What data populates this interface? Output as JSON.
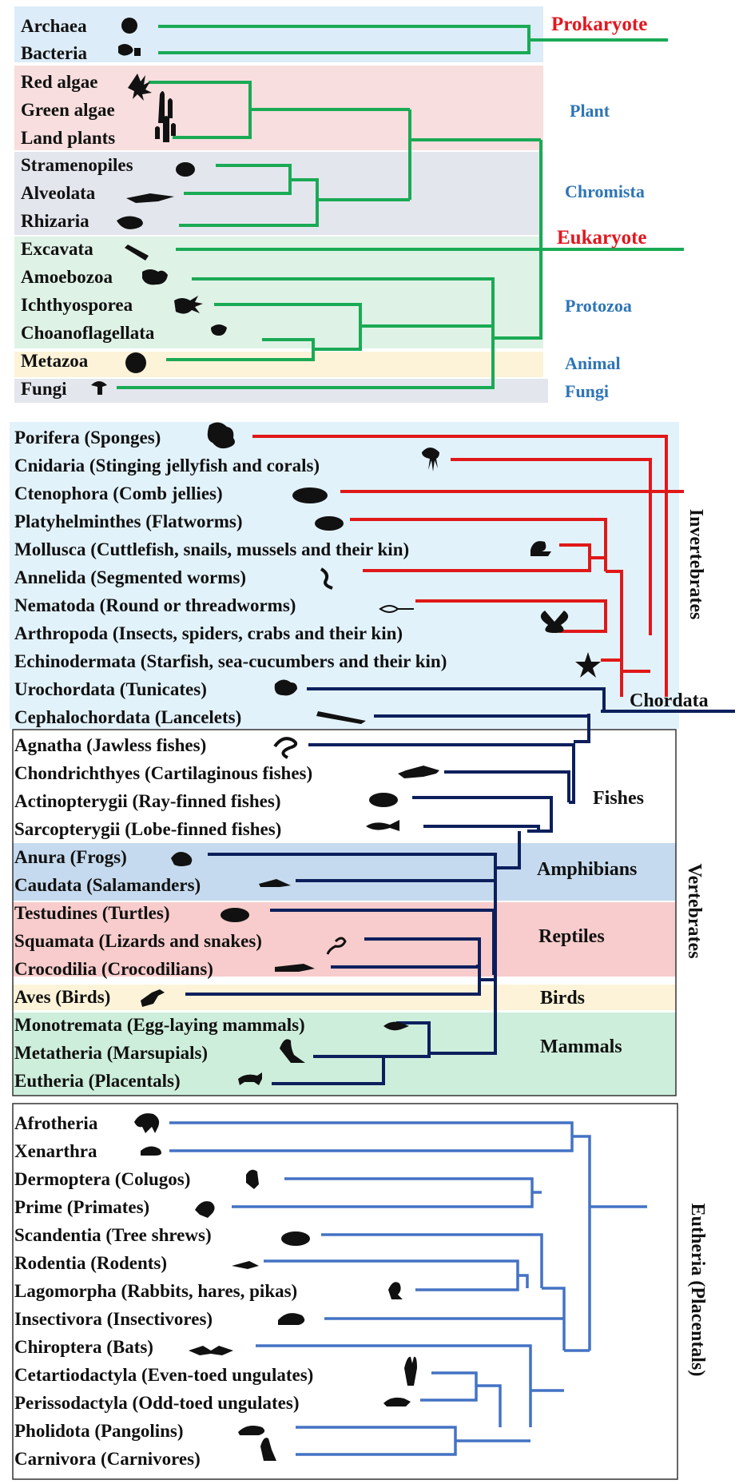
{
  "colors": {
    "prokaryote_branch": "#1aaa55",
    "animal_branch_red": "#e01818",
    "vertebrate_branch_navy": "#0c1f5c",
    "eutheria_branch_blue": "#4472c4",
    "label_red": "#e01820",
    "label_blue": "#2e75b6",
    "band_blue": "#dcecf8",
    "band_pink": "#f8dede",
    "band_grey": "#e4e6ee",
    "band_mint": "#dff2e6",
    "band_cream": "#fcf3d8",
    "band_sky": "#e2f2fb",
    "band_steel": "#c5daee",
    "band_salmon": "#f8cccc",
    "band_green": "#cdeedb"
  },
  "tree_of_life": {
    "taxa": [
      {
        "label": "Archaea",
        "icon": "archaea-icon"
      },
      {
        "label": "Bacteria",
        "icon": "bacteria-icon"
      },
      {
        "label": "Red algae",
        "icon": "red-algae-icon"
      },
      {
        "label": "Green algae",
        "icon": "green-algae-icon"
      },
      {
        "label": "Land plants",
        "icon": "cactus-icon"
      },
      {
        "label": "Stramenopiles",
        "icon": "stramenopile-icon"
      },
      {
        "label": "Alveolata",
        "icon": "alveolate-icon"
      },
      {
        "label": "Rhizaria",
        "icon": "rhizaria-icon"
      },
      {
        "label": "Excavata",
        "icon": "excavate-icon"
      },
      {
        "label": "Amoebozoa",
        "icon": "amoeba-icon"
      },
      {
        "label": "Ichthyosporea",
        "icon": "ichthyosporea-icon"
      },
      {
        "label": "Choanoflagellata",
        "icon": "choanoflagellate-icon"
      },
      {
        "label": "Metazoa",
        "icon": "fish-icon"
      },
      {
        "label": "Fungi",
        "icon": "mushroom-icon"
      }
    ],
    "groups": {
      "prokaryote": "Prokaryote",
      "plant": "Plant",
      "chromista": "Chromista",
      "eukaryote": "Eukaryote",
      "protozoa": "Protozoa",
      "animal": "Animal",
      "fungi": "Fungi"
    }
  },
  "animals": {
    "taxa": [
      {
        "label": "Porifera (Sponges)",
        "icon": "sponge-icon"
      },
      {
        "label": "Cnidaria  (Stinging jellyfish and corals)",
        "icon": "jellyfish-icon"
      },
      {
        "label": "Ctenophora (Comb jellies)",
        "icon": "comb-jelly-icon"
      },
      {
        "label": "Platyhelminthes (Flatworms)",
        "icon": "flatworm-icon"
      },
      {
        "label": "Mollusca (Cuttlefish, snails, mussels and their kin)",
        "icon": "snail-icon"
      },
      {
        "label": "Annelida (Segmented worms)",
        "icon": "worm-icon"
      },
      {
        "label": "Nematoda (Round or threadworms)",
        "icon": "roundworm-icon"
      },
      {
        "label": "Arthropoda (Insects, spiders, crabs and their kin)",
        "icon": "butterfly-icon"
      },
      {
        "label": "Echinodermata (Starfish, sea-cucumbers and their kin)",
        "icon": "star-icon"
      },
      {
        "label": "Urochordata (Tunicates)",
        "icon": "tunicate-icon"
      },
      {
        "label": "Cephalochordata (Lancelets)",
        "icon": "lancelet-icon"
      },
      {
        "label": "Agnatha (Jawless fishes)",
        "icon": "lamprey-icon"
      },
      {
        "label": "Chondrichthyes (Cartilaginous fishes)",
        "icon": "shark-icon"
      },
      {
        "label": "Actinopterygii (Ray-finned fishes)",
        "icon": "fish-icon"
      },
      {
        "label": "Sarcopterygii (Lobe-finned fishes)",
        "icon": "coelacanth-icon"
      },
      {
        "label": "Anura (Frogs)",
        "icon": "frog-icon"
      },
      {
        "label": "Caudata (Salamanders)",
        "icon": "salamander-icon"
      },
      {
        "label": "Testudines (Turtles)",
        "icon": "turtle-icon"
      },
      {
        "label": "Squamata (Lizards and snakes)",
        "icon": "snake-icon"
      },
      {
        "label": "Crocodilia (Crocodilians)",
        "icon": "crocodile-icon"
      },
      {
        "label": "Aves (Birds)",
        "icon": "bird-icon"
      },
      {
        "label": "Monotremata (Egg-laying mammals)",
        "icon": "platypus-icon"
      },
      {
        "label": "Metatheria (Marsupials)",
        "icon": "kangaroo-icon"
      },
      {
        "label": "Eutheria (Placentals)",
        "icon": "wolf-icon"
      }
    ],
    "groups": {
      "invertebrates": "Invertebrates",
      "chordata": "Chordata",
      "vertebrates": "Vertebrates",
      "fishes": "Fishes",
      "amphibians": "Amphibians",
      "reptiles": "Reptiles",
      "birds": "Birds",
      "mammals": "Mammals"
    }
  },
  "placentals": {
    "taxa": [
      {
        "label": "Afrotheria",
        "icon": "elephant-icon"
      },
      {
        "label": "Xenarthra",
        "icon": "armadillo-icon"
      },
      {
        "label": "Dermoptera (Colugos)",
        "icon": "colugo-icon"
      },
      {
        "label": "Prime (Primates)",
        "icon": "monkey-icon"
      },
      {
        "label": "Scandentia (Tree shrews)",
        "icon": "tree-shrew-icon"
      },
      {
        "label": "Rodentia (Rodents)",
        "icon": "mouse-icon"
      },
      {
        "label": "Lagomorpha (Rabbits, hares, pikas)",
        "icon": "rabbit-icon"
      },
      {
        "label": "Insectivora (Insectivores)",
        "icon": "hedgehog-icon"
      },
      {
        "label": "Chiroptera (Bats)",
        "icon": "bat-icon"
      },
      {
        "label": "Cetartiodactyla (Even-toed ungulates)",
        "icon": "deer-icon"
      },
      {
        "label": "Perissodactyla (Odd-toed ungulates)",
        "icon": "rhino-icon"
      },
      {
        "label": "Pholidota (Pangolins)",
        "icon": "pangolin-icon"
      },
      {
        "label": "Carnivora (Carnivores)",
        "icon": "cat-icon"
      }
    ],
    "group": "Eutheria (Placentals)"
  }
}
